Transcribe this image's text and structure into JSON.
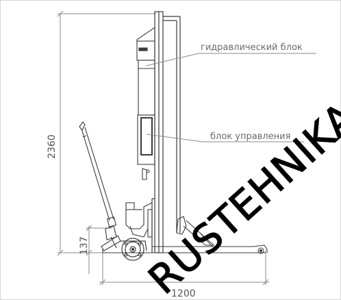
{
  "dimensions": {
    "height_total": "2360",
    "base_height": "137",
    "length": "1200"
  },
  "callouts": {
    "hydraulic_unit": "гидравлический блок",
    "control_unit": "блок управления"
  },
  "watermark": "RUSTEHNIKA",
  "colors": {
    "line": "#3a3a3a",
    "dimension": "#8a8a8a",
    "text": "#555555"
  }
}
